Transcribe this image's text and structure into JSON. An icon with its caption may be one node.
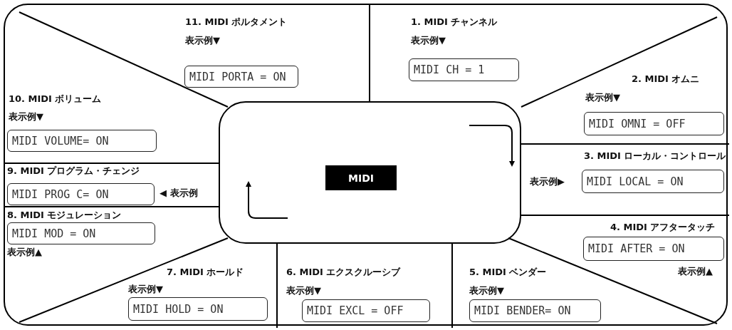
{
  "diagram": {
    "nodes": [
      {
        "text": [],
        "shape": "box"
      },
      {
        "text": [],
        "shape": "box",
        "in": 0
      },
      {
        "text": [
          "MIDI"
        ],
        "in": 1
      },
      {
        "text": [
          "MIDI CH = 1"
        ],
        "in": 0,
        "beside": [
          "1. MIDI チャンネル",
          "表示例▼"
        ]
      },
      {
        "text": [
          "MIDI OMNI = OFF"
        ],
        "in": 0,
        "beside": [
          "2. MIDI オムニ",
          "表示例▼"
        ]
      },
      {
        "text": [
          "MIDI LOCAL = ON"
        ],
        "in": 0,
        "beside": [
          "3. MIDI ローカル・コントロール",
          "表示例▶"
        ]
      },
      {
        "text": [
          "MIDI AFTER = ON"
        ],
        "in": 0,
        "beside": [
          "4. MIDI アフタータッチ",
          "表示例▲"
        ]
      },
      {
        "text": [
          "MIDI BENDER= ON"
        ],
        "in": 0,
        "beside": [
          "5. MIDI ベンダー",
          "表示例▼"
        ]
      },
      {
        "text": [
          "MIDI EXCL = OFF"
        ],
        "in": 0,
        "beside": [
          "6. MIDI エクスクルーシブ",
          "表示例▼"
        ]
      },
      {
        "text": [
          "MIDI HOLD = ON"
        ],
        "in": 0,
        "beside": [
          "7. MIDI ホールド",
          "表示例▼"
        ]
      },
      {
        "text": [
          "MIDI MOD = ON"
        ],
        "in": 0,
        "beside": [
          "8. MIDI モジュレーション",
          "表示例▲"
        ]
      },
      {
        "text": [
          "MIDI PROG C= ON"
        ],
        "in": 0,
        "beside": [
          "9. MIDI プログラム・チェンジ",
          "◀ 表示例"
        ]
      },
      {
        "text": [
          "MIDI VOLUME= ON"
        ],
        "in": 0,
        "beside": [
          "10. MIDI ボリューム",
          "表示例▼"
        ]
      },
      {
        "text": [
          "MIDI PORTA = ON"
        ],
        "in": 0,
        "beside": [
          "11. MIDI ポルタメント",
          "表示例▼"
        ]
      }
    ],
    "edges": []
  }
}
